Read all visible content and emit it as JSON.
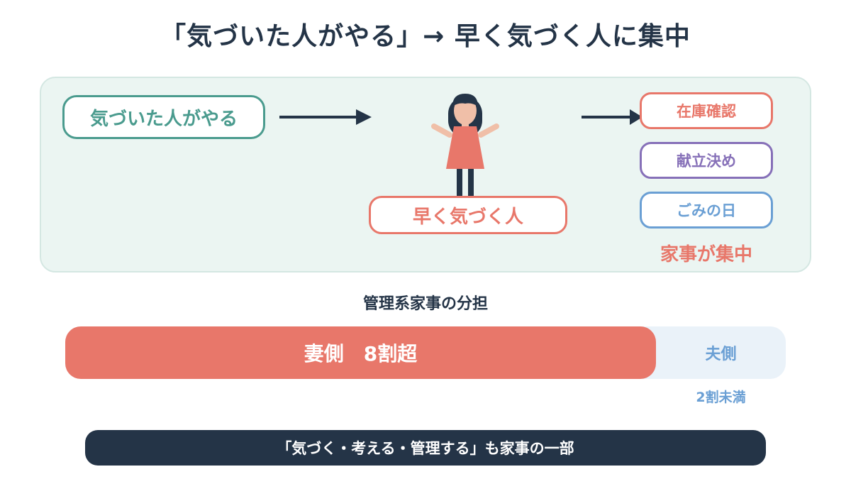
{
  "title": "「気づいた人がやる」→ 早く気づく人に集中",
  "flow": {
    "source_label": "気づいた人がやる",
    "person_label": "早く気づく人",
    "tasks": [
      "在庫確認",
      "献立決め",
      "ごみの日"
    ],
    "tasks_caption": "家事が集中"
  },
  "colors": {
    "teal": "#4a9b8e",
    "coral": "#e8776a",
    "purple": "#8670b8",
    "blue": "#6a9fd4",
    "navy": "#243447",
    "panel_bg": "#ebf5f2",
    "bar_track": "#eaf2f9"
  },
  "share": {
    "title": "管理系家事の分担",
    "wife_label": "妻側　8割超",
    "wife_fraction": 0.82,
    "husband_label": "夫側",
    "husband_sub": "2割未満"
  },
  "footer": "「気づく・考える・管理する」も家事の一部"
}
